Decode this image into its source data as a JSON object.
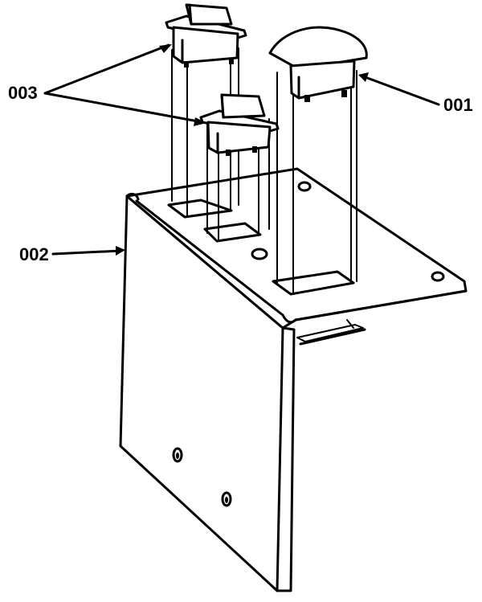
{
  "labels": {
    "part_001": "001",
    "part_002": "002",
    "part_003": "003"
  },
  "colors": {
    "line": "#000000",
    "background": "#ffffff"
  }
}
